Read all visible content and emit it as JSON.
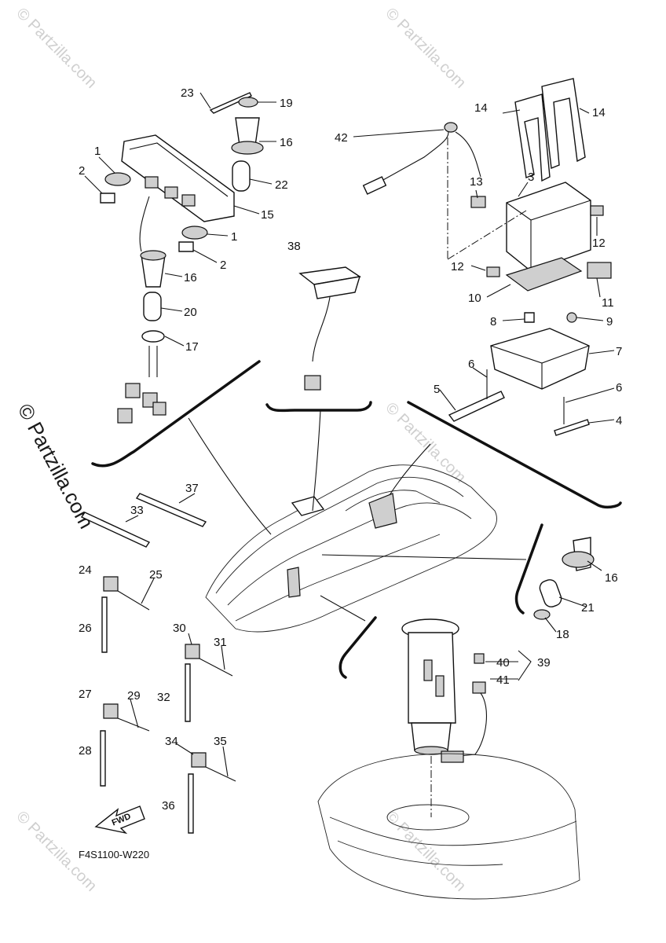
{
  "diagram": {
    "code": "F4S1100-W220",
    "fwd_label": "FWD",
    "watermark": "© Partzilla.com"
  },
  "labels": {
    "l1a": "1",
    "l1b": "1",
    "l2a": "2",
    "l2b": "2",
    "l3": "3",
    "l4": "4",
    "l5": "5",
    "l6a": "6",
    "l6b": "6",
    "l7": "7",
    "l8": "8",
    "l9": "9",
    "l10": "10",
    "l11": "11",
    "l12a": "12",
    "l12b": "12",
    "l13": "13",
    "l14a": "14",
    "l14b": "14",
    "l15": "15",
    "l16a": "16",
    "l16b": "16",
    "l16c": "16",
    "l17": "17",
    "l18": "18",
    "l19": "19",
    "l20": "20",
    "l21": "21",
    "l22": "22",
    "l23": "23",
    "l24": "24",
    "l25": "25",
    "l26": "26",
    "l27": "27",
    "l28": "28",
    "l29": "29",
    "l30": "30",
    "l31": "31",
    "l32": "32",
    "l33": "33",
    "l34": "34",
    "l35": "35",
    "l36": "36",
    "l37": "37",
    "l38": "38",
    "l39": "39",
    "l40": "40",
    "l41": "41",
    "l42": "42"
  }
}
